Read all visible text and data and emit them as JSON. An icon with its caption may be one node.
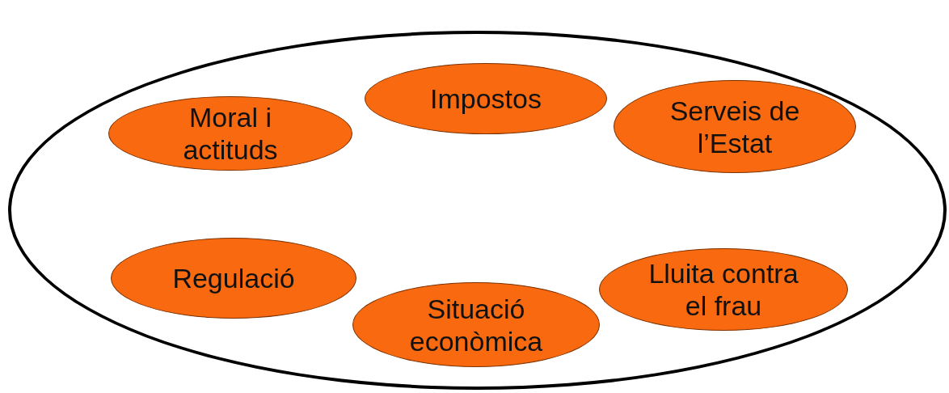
{
  "diagram": {
    "nodes": [
      {
        "text": [],
        "shape": "ellipse"
      },
      {
        "text": [
          "Moral i actituds"
        ],
        "in": 0
      },
      {
        "text": [
          "Impostos"
        ],
        "in": 0
      },
      {
        "text": [
          "Serveis de l’Estat"
        ],
        "in": 0
      },
      {
        "text": [
          "Regulació"
        ],
        "in": 0
      },
      {
        "text": [
          "Situació econòmica"
        ],
        "in": 0
      },
      {
        "text": [
          "Lluita contra el frau"
        ],
        "in": 0
      }
    ],
    "edges": []
  }
}
